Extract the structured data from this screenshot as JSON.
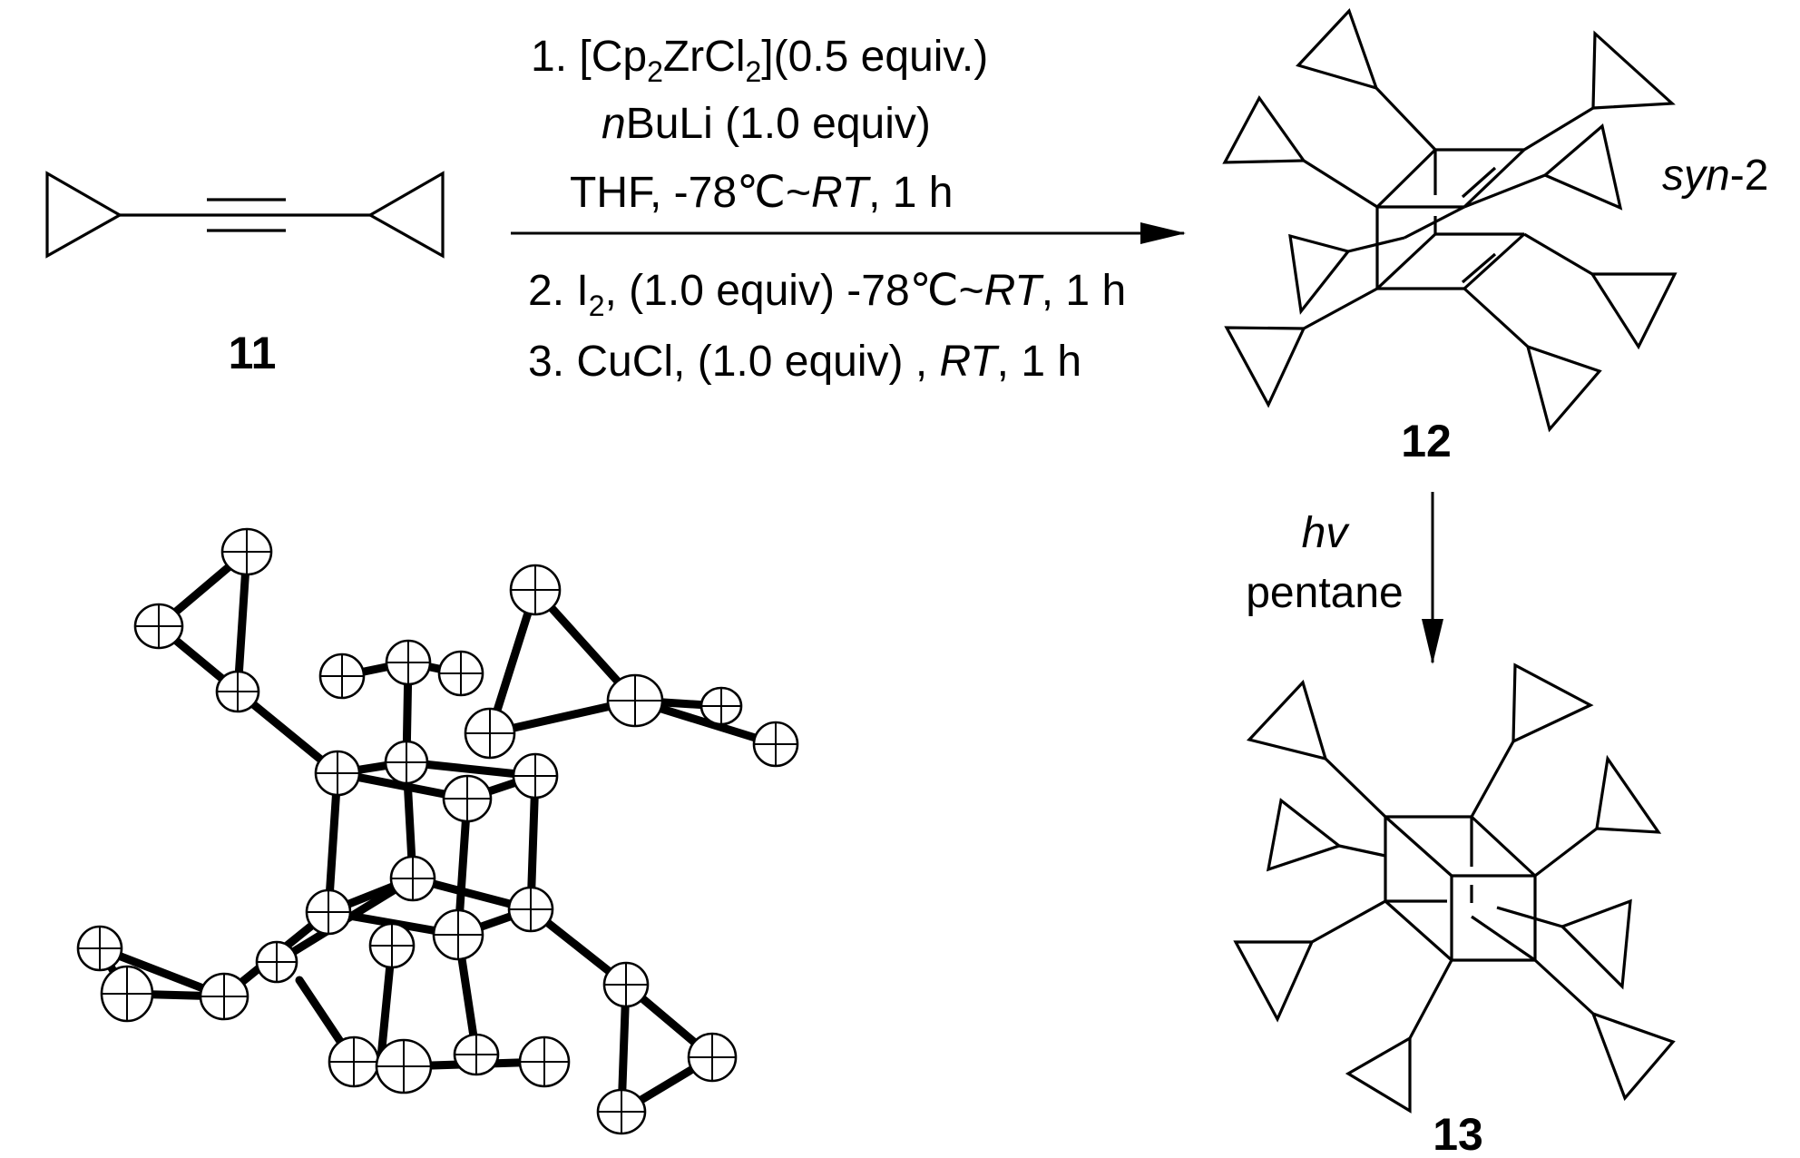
{
  "labels": {
    "compound_11": "11",
    "compound_12": "12",
    "compound_13": "13",
    "stereo_tag_italic": "syn",
    "stereo_tag_rest": "-2"
  },
  "conditions": {
    "step1_a": "1. [Cp",
    "step1_sub1": "2",
    "step1_b": "ZrCl",
    "step1_sub2": "2",
    "step1_c": "](0.5 equiv.)",
    "step1_line2_italic": "n",
    "step1_line2_rest": "BuLi (1.0 equiv)",
    "step1_line3_a": "THF, -78℃~",
    "step1_line3_italic": "RT",
    "step1_line3_b": ", 1 h",
    "step2_a": "2. I",
    "step2_sub": "2",
    "step2_b": ", (1.0 equiv) -78℃~",
    "step2_italic": "RT",
    "step2_c": ", 1 h",
    "step3_a": "3. CuCl, (1.0 equiv) , ",
    "step3_italic": "RT",
    "step3_b": ", 1 h"
  },
  "photolysis": {
    "line1": "hv",
    "line2": "pentane"
  },
  "colors": {
    "ink": "#000000",
    "background": "#ffffff"
  }
}
